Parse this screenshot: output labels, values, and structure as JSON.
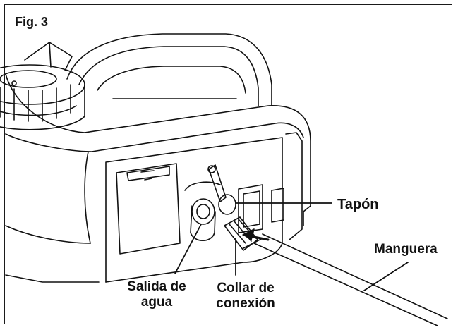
{
  "figure": {
    "title": "Fig. 3",
    "labels": {
      "cap": "Tapón",
      "hose": "Manguera",
      "water_outlet_line1": "Salida de",
      "water_outlet_line2": "agua",
      "collar_line1": "Collar de",
      "collar_line2": "conexión"
    },
    "colors": {
      "ink": "#111111",
      "background": "#ffffff"
    }
  }
}
